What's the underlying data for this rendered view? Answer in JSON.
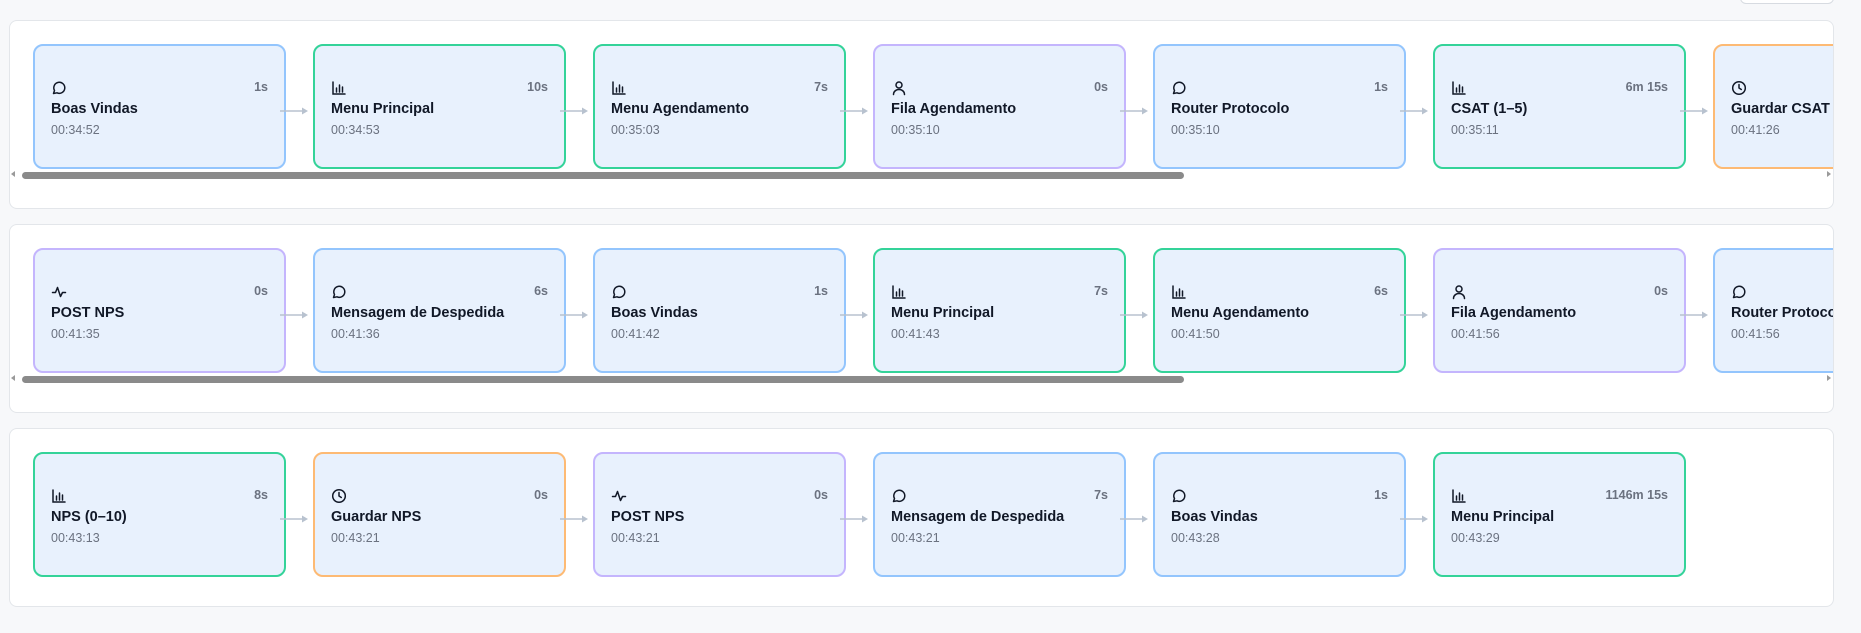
{
  "colors": {
    "green": "#34d399",
    "blue": "#93c5fd",
    "purple": "#c4b5fd",
    "orange": "#fdba74",
    "node_bg": "#e8f1fd"
  },
  "rows": [
    {
      "nodes": [
        {
          "icon": "message-icon",
          "color": "blue",
          "name": "Boas Vindas",
          "time": "00:34:52",
          "duration": "1s"
        },
        {
          "icon": "bar-chart-icon",
          "color": "green",
          "name": "Menu Principal",
          "time": "00:34:53",
          "duration": "10s"
        },
        {
          "icon": "bar-chart-icon",
          "color": "green",
          "name": "Menu Agendamento",
          "time": "00:35:03",
          "duration": "7s"
        },
        {
          "icon": "user-icon",
          "color": "purple",
          "name": "Fila Agendamento",
          "time": "00:35:10",
          "duration": "0s"
        },
        {
          "icon": "message-icon",
          "color": "blue",
          "name": "Router Protocolo",
          "time": "00:35:10",
          "duration": "1s"
        },
        {
          "icon": "bar-chart-icon",
          "color": "green",
          "name": "CSAT (1–5)",
          "time": "00:35:11",
          "duration": "6m 15s"
        },
        {
          "icon": "clock-icon",
          "color": "orange",
          "name": "Guardar CSAT",
          "time": "00:41:26",
          "duration": ""
        }
      ],
      "scrollbar": true
    },
    {
      "nodes": [
        {
          "icon": "activity-icon",
          "color": "purple",
          "name": "POST NPS",
          "time": "00:41:35",
          "duration": "0s"
        },
        {
          "icon": "message-icon",
          "color": "blue",
          "name": "Mensagem de Despedida",
          "time": "00:41:36",
          "duration": "6s"
        },
        {
          "icon": "message-icon",
          "color": "blue",
          "name": "Boas Vindas",
          "time": "00:41:42",
          "duration": "1s"
        },
        {
          "icon": "bar-chart-icon",
          "color": "green",
          "name": "Menu Principal",
          "time": "00:41:43",
          "duration": "7s"
        },
        {
          "icon": "bar-chart-icon",
          "color": "green",
          "name": "Menu Agendamento",
          "time": "00:41:50",
          "duration": "6s"
        },
        {
          "icon": "user-icon",
          "color": "purple",
          "name": "Fila Agendamento",
          "time": "00:41:56",
          "duration": "0s"
        },
        {
          "icon": "message-icon",
          "color": "blue",
          "name": "Router Protocolo",
          "time": "00:41:56",
          "duration": ""
        }
      ],
      "scrollbar": true
    },
    {
      "nodes": [
        {
          "icon": "bar-chart-icon",
          "color": "green",
          "name": "NPS (0–10)",
          "time": "00:43:13",
          "duration": "8s"
        },
        {
          "icon": "clock-icon",
          "color": "orange",
          "name": "Guardar NPS",
          "time": "00:43:21",
          "duration": "0s"
        },
        {
          "icon": "activity-icon",
          "color": "purple",
          "name": "POST NPS",
          "time": "00:43:21",
          "duration": "0s"
        },
        {
          "icon": "message-icon",
          "color": "blue",
          "name": "Mensagem de Despedida",
          "time": "00:43:21",
          "duration": "7s"
        },
        {
          "icon": "message-icon",
          "color": "blue",
          "name": "Boas Vindas",
          "time": "00:43:28",
          "duration": "1s"
        },
        {
          "icon": "bar-chart-icon",
          "color": "green",
          "name": "Menu Principal",
          "time": "00:43:29",
          "duration": "1146m 15s"
        }
      ],
      "scrollbar": false
    }
  ]
}
